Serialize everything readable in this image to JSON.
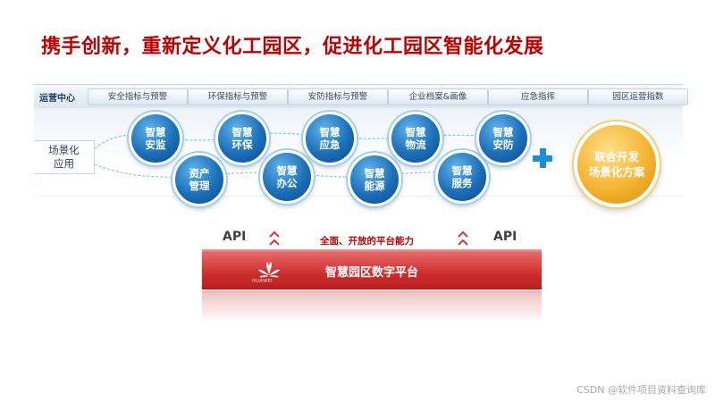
{
  "title": "携手创新，重新定义化工园区，促进化工园区智能化发展",
  "ops_center": {
    "label": "运营中心",
    "tabs": [
      "安全指标与预警",
      "环保指标与预警",
      "安防指标与预警",
      "企业档案&画像",
      "应急指挥",
      "园区运营指数"
    ]
  },
  "scene": {
    "label_line1": "场景化",
    "label_line2": "应用",
    "bubbles": [
      {
        "l1": "智慧",
        "l2": "安监"
      },
      {
        "l1": "资产",
        "l2": "管理"
      },
      {
        "l1": "智慧",
        "l2": "环保"
      },
      {
        "l1": "智慧",
        "l2": "办公"
      },
      {
        "l1": "智慧",
        "l2": "应急"
      },
      {
        "l1": "智慧",
        "l2": "能源"
      },
      {
        "l1": "智慧",
        "l2": "物流"
      },
      {
        "l1": "智慧",
        "l2": "服务"
      },
      {
        "l1": "智慧",
        "l2": "安防"
      }
    ],
    "joint_line1": "联合开发",
    "joint_line2": "场景化方案"
  },
  "platform": {
    "api_left": "API",
    "api_right": "API",
    "capability": "全面、开放的平台能力",
    "name": "智慧园区数字平台",
    "logo_text": "HUAWEI"
  },
  "watermark": "CSDN @软件项目资料查询库",
  "colors": {
    "title": "#c00000",
    "bubble_blue": "#1b6fb8",
    "joint_gold": "#f5b431",
    "platform_red": "#cc2c2c",
    "plus_blue": "#1b8de0"
  }
}
